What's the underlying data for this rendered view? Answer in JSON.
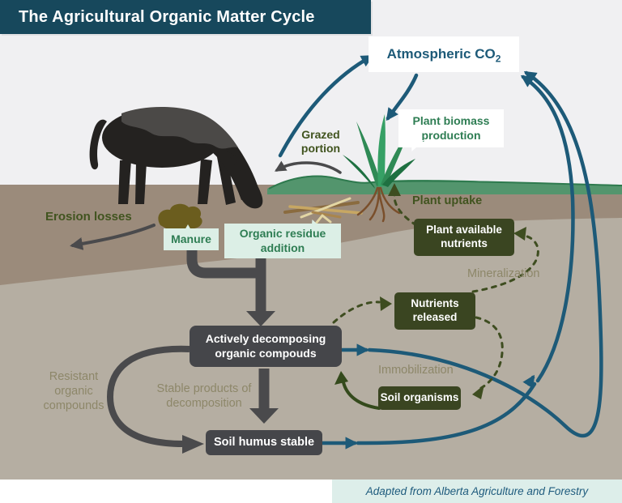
{
  "title": "The Agricultural Organic Matter Cycle",
  "credit": "Adapted from Alberta Agriculture and Forestry",
  "labels": {
    "atmospheric_co2_prefix": "Atmospheric CO",
    "atmospheric_co2_sub": "2",
    "plant_biomass": "Plant biomass production",
    "grazed_portion": "Grazed portion",
    "erosion_losses": "Erosion losses",
    "manure": "Manure",
    "organic_residue": "Organic residue addition",
    "plant_uptake": "Plant uptake",
    "plant_available_nutrients": "Plant available nutrients",
    "mineralization": "Mineralization",
    "nutrients_released": "Nutrients released",
    "actively_decomposing": "Actively decomposing organic compouds",
    "immobilization": "Immobilization",
    "resistant_organic": "Resistant organic compounds",
    "stable_products": "Stable products of decomposition",
    "soil_organisms": "Soil organisms",
    "soil_humus": "Soil humus stable"
  },
  "colors": {
    "title_bar": "#17485c",
    "teal_arrow": "#1d5a78",
    "gray_arrow": "#4a4a4c",
    "dark_olive_box": "#3a4521",
    "dark_gray_box": "#45464a",
    "mint_label": "#dcefe6",
    "green_text": "#2e7d53",
    "olive_text": "#41541f",
    "faded_olive_text": "#8d8769",
    "sky": "#f0f0f2",
    "topsoil": "#9b8b7b",
    "subsoil": "#b5aea2",
    "grass": "#53956d",
    "credit_bg": "#ddeeea"
  }
}
